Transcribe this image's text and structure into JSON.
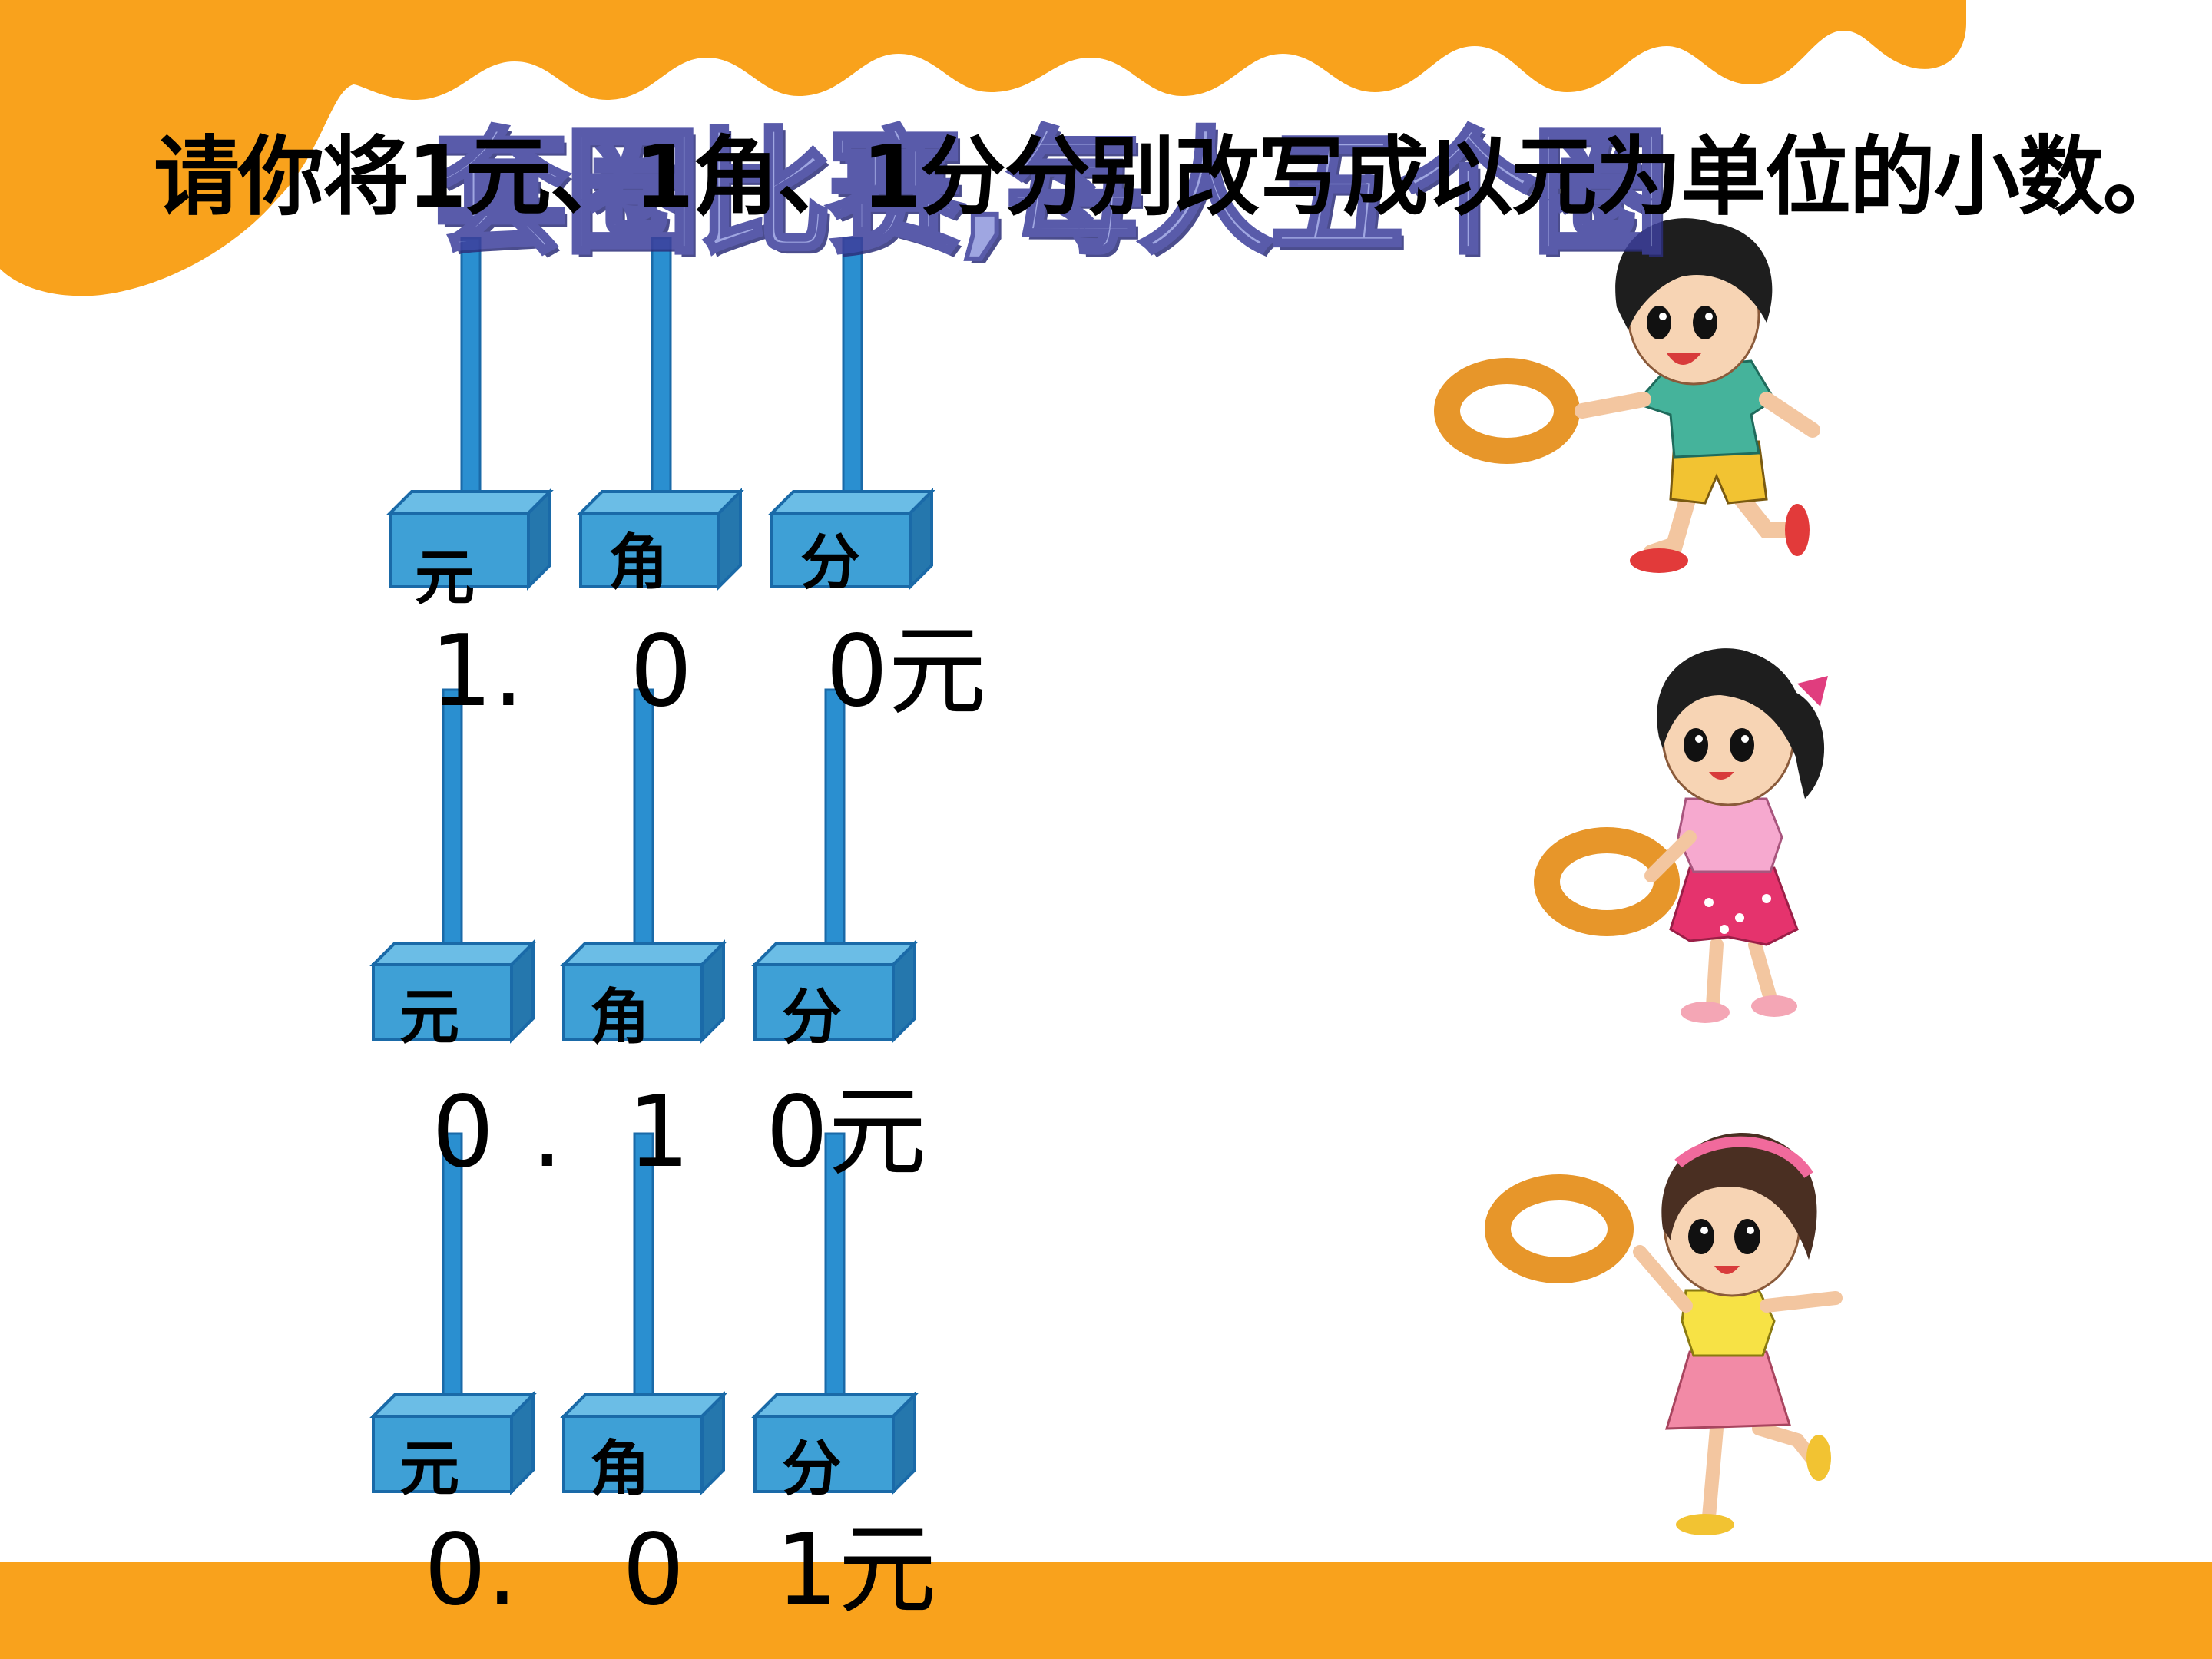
{
  "slide": {
    "title_overlay": "套圈比赛,每人五个圈",
    "instruction": "请你将1元、1角、1分分别改写成以元为单位的小数。"
  },
  "colors": {
    "orange": "#f9a21c",
    "blue_box": "#4aa6d8",
    "blue_pole": "#2a8fd0",
    "ring": "#e7962a"
  },
  "abacus_rows": [
    {
      "labels": [
        "元",
        "角",
        "分"
      ],
      "digits": [
        "1.",
        "0",
        "0"
      ],
      "unit": "元"
    },
    {
      "labels": [
        "元",
        "角",
        "分"
      ],
      "digits": [
        "0",
        ".",
        "1",
        "0"
      ],
      "unit": "元"
    },
    {
      "labels": [
        "元",
        "角",
        "分"
      ],
      "digits": [
        "0.",
        "0",
        "1"
      ],
      "unit": "元"
    }
  ],
  "characters": [
    {
      "name": "boy-throwing-ring"
    },
    {
      "name": "girl-pink-dress-ring"
    },
    {
      "name": "girl-yellow-shirt-ring"
    }
  ]
}
